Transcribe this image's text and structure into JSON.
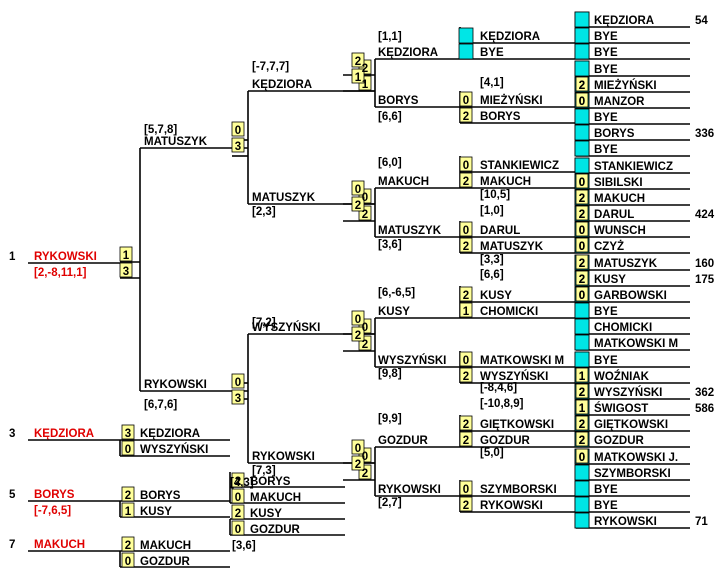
{
  "colors": {
    "score_box": "#ffff99",
    "bye_box": "#00e6e6",
    "line": "#000000",
    "winner_text": "#e00000"
  },
  "results": [
    {
      "place": "1",
      "name": "RYKOWSKI",
      "detail": "[2,-8,11,1]"
    },
    {
      "place": "3",
      "name": "KĘDZIORA",
      "detail": ""
    },
    {
      "place": "5",
      "name": "BORYS",
      "detail": "[-7,6,5]"
    },
    {
      "place": "7",
      "name": "MAKUCH",
      "detail": ""
    }
  ],
  "round1": [
    {
      "name": "KĘDZIORA",
      "bye": true,
      "score": "",
      "pts": "54"
    },
    {
      "name": "BYE",
      "bye": true,
      "score": "",
      "pts": ""
    },
    {
      "name": "BYE",
      "bye": true,
      "score": "",
      "pts": ""
    },
    {
      "name": "BYE",
      "bye": true,
      "score": "",
      "pts": ""
    },
    {
      "name": "MIEŻYŃSKI",
      "bye": false,
      "score": "2",
      "pts": ""
    },
    {
      "name": "MANZOR",
      "bye": false,
      "score": "0",
      "pts": ""
    },
    {
      "name": "BYE",
      "bye": true,
      "score": "",
      "pts": ""
    },
    {
      "name": "BORYS",
      "bye": true,
      "score": "",
      "pts": "336"
    },
    {
      "name": "BYE",
      "bye": true,
      "score": "",
      "pts": ""
    },
    {
      "name": "STANKIEWICZ",
      "bye": true,
      "score": "",
      "pts": ""
    },
    {
      "name": "SIBILSKI",
      "bye": false,
      "score": "0",
      "pts": ""
    },
    {
      "name": "MAKUCH",
      "bye": false,
      "score": "2",
      "pts": ""
    },
    {
      "name": "DARUL",
      "bye": false,
      "score": "2",
      "pts": "424"
    },
    {
      "name": "WUNSCH",
      "bye": false,
      "score": "0",
      "pts": ""
    },
    {
      "name": "CZYŻ",
      "bye": false,
      "score": "0",
      "pts": ""
    },
    {
      "name": "MATUSZYK",
      "bye": false,
      "score": "2",
      "pts": "160"
    },
    {
      "name": "KUSY",
      "bye": false,
      "score": "2",
      "pts": "175"
    },
    {
      "name": "GARBOWSKI",
      "bye": false,
      "score": "0",
      "pts": ""
    },
    {
      "name": "BYE",
      "bye": true,
      "score": "",
      "pts": ""
    },
    {
      "name": "CHOMICKI",
      "bye": true,
      "score": "",
      "pts": ""
    },
    {
      "name": "MATKOWSKI M",
      "bye": true,
      "score": "",
      "pts": ""
    },
    {
      "name": "BYE",
      "bye": true,
      "score": "",
      "pts": ""
    },
    {
      "name": "WOŹNIAK",
      "bye": false,
      "score": "1",
      "pts": ""
    },
    {
      "name": "WYSZYŃSKI",
      "bye": false,
      "score": "2",
      "pts": "362"
    },
    {
      "name": "ŚWIGOST",
      "bye": false,
      "score": "1",
      "pts": "586"
    },
    {
      "name": "GIĘTKOWSKI",
      "bye": false,
      "score": "2",
      "pts": ""
    },
    {
      "name": "GOZDUR",
      "bye": false,
      "score": "2",
      "pts": ""
    },
    {
      "name": "MATKOWSKI J.",
      "bye": false,
      "score": "0",
      "pts": ""
    },
    {
      "name": "SZYMBORSKI",
      "bye": true,
      "score": "",
      "pts": ""
    },
    {
      "name": "BYE",
      "bye": true,
      "score": "",
      "pts": ""
    },
    {
      "name": "BYE",
      "bye": true,
      "score": "",
      "pts": ""
    },
    {
      "name": "RYKOWSKI",
      "bye": true,
      "score": "",
      "pts": "71"
    }
  ],
  "round2": [
    {
      "name": "KĘDZIORA",
      "bye": true,
      "score": "",
      "note": "[1,1]"
    },
    {
      "name": "BYE",
      "bye": true,
      "score": "",
      "note": ""
    },
    {
      "name": "MIEŻYŃSKI",
      "bye": false,
      "score": "0",
      "note": "[4,1]"
    },
    {
      "name": "BORYS",
      "bye": false,
      "score": "2",
      "note": ""
    },
    {
      "name": "STANKIEWICZ",
      "bye": false,
      "score": "0",
      "note": ""
    },
    {
      "name": "MAKUCH",
      "bye": false,
      "score": "2",
      "note": "[10,5]"
    },
    {
      "name": "DARUL",
      "bye": false,
      "score": "0",
      "note": "[1,0]"
    },
    {
      "name": "MATUSZYK",
      "bye": false,
      "score": "2",
      "note": "[3,3]"
    },
    {
      "name": "KUSY",
      "bye": false,
      "score": "2",
      "note": "[6,6]"
    },
    {
      "name": "CHOMICKI",
      "bye": false,
      "score": "1",
      "note": ""
    },
    {
      "name": "MATKOWSKI M",
      "bye": false,
      "score": "0",
      "note": ""
    },
    {
      "name": "WYSZYŃSKI",
      "bye": false,
      "score": "2",
      "note": "[-8,4,6]"
    },
    {
      "name": "GIĘTKOWSKI",
      "bye": false,
      "score": "2",
      "note": "[-10,8,9]"
    },
    {
      "name": "GOZDUR",
      "bye": false,
      "score": "2",
      "note": "[5,0]"
    },
    {
      "name": "SZYMBORSKI",
      "bye": false,
      "score": "0",
      "note": ""
    },
    {
      "name": "RYKOWSKI",
      "bye": false,
      "score": "2",
      "note": ""
    }
  ],
  "round3": [
    {
      "name": "KĘDZIORA",
      "score": "2",
      "note": "[1,1]"
    },
    {
      "name": "BORYS",
      "score": "1",
      "note": "[6,6]"
    },
    {
      "name": "MAKUCH",
      "score": "0",
      "note": "[6,0]"
    },
    {
      "name": "MATUSZYK",
      "score": "2",
      "note": "[3,6]"
    },
    {
      "name": "KUSY",
      "score": "0",
      "note": "[6,-6,5]"
    },
    {
      "name": "WYSZYŃSKI",
      "score": "2",
      "note": "[9,8]"
    },
    {
      "name": "GOZDUR",
      "score": "0",
      "note": "[9,9]"
    },
    {
      "name": "RYKOWSKI",
      "score": "2",
      "note": "[2,7]"
    }
  ],
  "round4": [
    {
      "name": "KĘDZIORA",
      "score": "0",
      "note": "[-7,7,7]"
    },
    {
      "name": "MATUSZYK",
      "score": "3",
      "note": "[2,3]"
    },
    {
      "name": "WYSZYŃSKI",
      "score": "0",
      "note": "[7,2]"
    },
    {
      "name": "RYKOWSKI",
      "score": "3",
      "note": "[7,3]"
    }
  ],
  "round5": [
    {
      "name": "MATUSZYK",
      "score": "1",
      "note": "[5,7,8]"
    },
    {
      "name": "RYKOWSKI",
      "score": "3",
      "note": "[6,7,6]"
    }
  ],
  "place_matches": [
    {
      "a": "KĘDZIORA",
      "sa": "3",
      "b": "WYSZYŃSKI",
      "sb": "0",
      "note": ""
    },
    {
      "a": "BORYS",
      "sa": "2",
      "b": "KUSY",
      "sb": "1",
      "note": "[4,3]"
    },
    {
      "a": "MAKUCH",
      "sa": "2",
      "b": "GOZDUR",
      "sb": "0",
      "note": "[3,6]"
    },
    {
      "a": "BORYS",
      "sa": "2",
      "b": "MAKUCH",
      "sb": "0",
      "note": "[4,3]"
    },
    {
      "a": "KUSY",
      "sa": "2",
      "b": "GOZDUR",
      "sb": "0",
      "note": "[3,6]"
    }
  ]
}
